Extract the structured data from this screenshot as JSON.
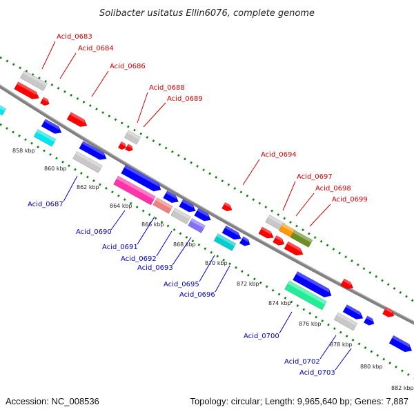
{
  "title": "Solibacter usitatus Ellin6076, complete genome",
  "footer": {
    "accession": "Accession: NC_008536",
    "topology": "Topology: circular; Length: 9,965,640 bp; Genes: 7,887"
  },
  "colors": {
    "backbone": "#808080",
    "ticks": "#108010",
    "label_top": "#d40000",
    "label_bottom": "#0000c8"
  },
  "kbp_labels": [
    "858 kbp",
    "860 kbp",
    "862 kbp",
    "864 kbp",
    "866 kbp",
    "868 kbp",
    "870 kbp",
    "872 kbp",
    "874 kbp",
    "876 kbp",
    "878 kbp",
    "880 kbp",
    "882 kbp"
  ],
  "genes_top": [
    {
      "label": "Acid_0683",
      "color": "#c8c8c8"
    },
    {
      "label": "Acid_0684",
      "color": "#ff0000"
    },
    {
      "label": "Acid_0686",
      "color": "#ff0000"
    },
    {
      "label": "Acid_0688",
      "color": "#c8c8c8"
    },
    {
      "label": "Acid_0689",
      "color": "#ff0000"
    },
    {
      "label": "Acid_0694",
      "color": "#ff0000"
    },
    {
      "label": "Acid_0697",
      "color": "#c8c8c8"
    },
    {
      "label": "Acid_0698",
      "color": "#ff9900"
    },
    {
      "label": "Acid_0699",
      "color": "#6b8e23"
    }
  ],
  "genes_bottom": [
    {
      "label": "Acid_0687",
      "color": "#c8c8c8"
    },
    {
      "label": "Acid_0690",
      "color": "#ff33aa"
    },
    {
      "label": "Acid_0691",
      "color": "#f08080"
    },
    {
      "label": "Acid_0692",
      "color": "#c8c8c8"
    },
    {
      "label": "Acid_0693",
      "color": "#8470ff"
    },
    {
      "label": "Acid_0695",
      "color": "#00ced1"
    },
    {
      "label": "Acid_0696",
      "color": "#0000ff"
    },
    {
      "label": "Acid_0700",
      "color": "#22ee99"
    },
    {
      "label": "Acid_0702",
      "color": "#c8c8c8"
    },
    {
      "label": "Acid_0703",
      "color": "#0000ff"
    }
  ]
}
